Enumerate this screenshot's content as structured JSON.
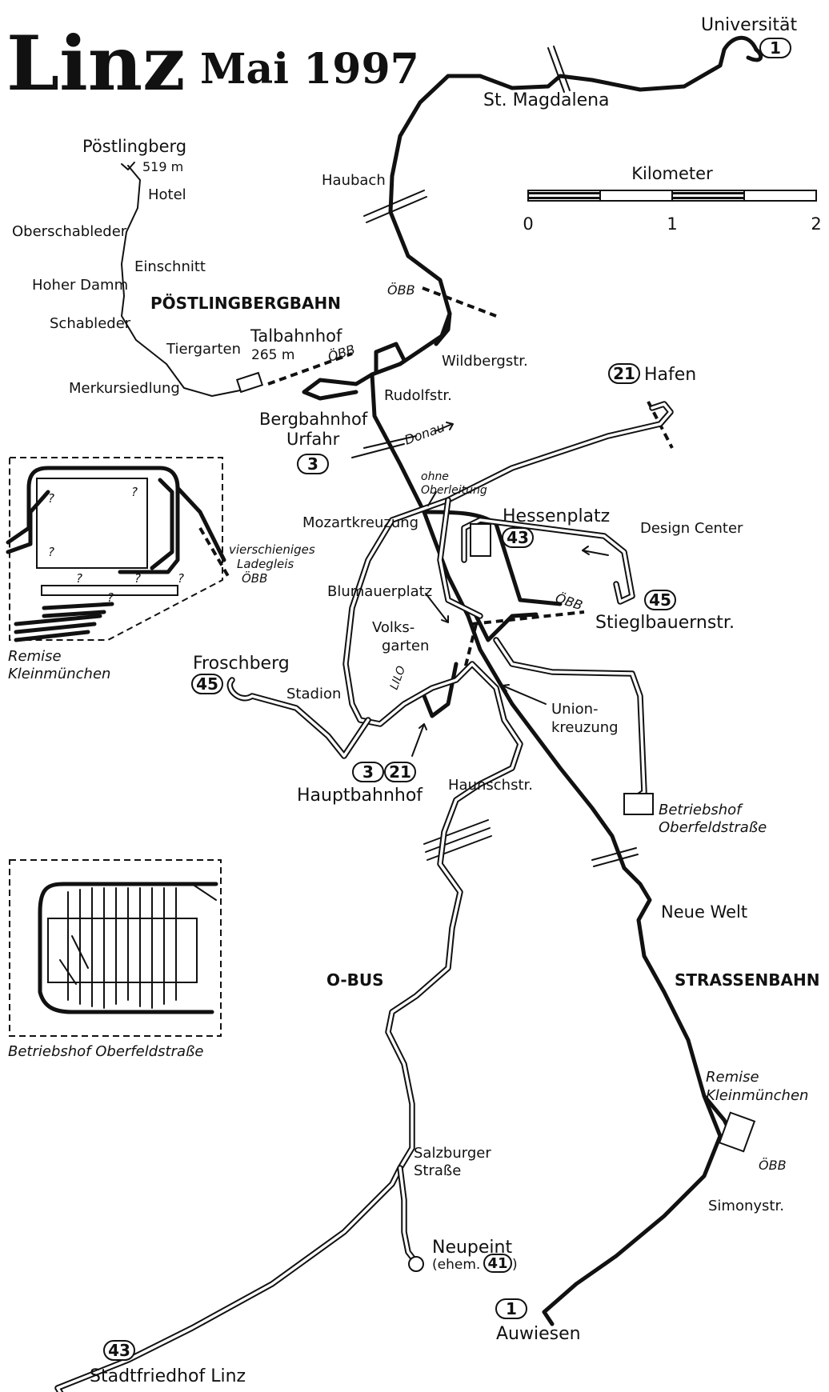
{
  "title": {
    "city": "Linz",
    "date": "Mai 1997"
  },
  "scale": {
    "label": "Kilometer",
    "ticks": [
      "0",
      "1",
      "2"
    ]
  },
  "section_labels": {
    "poestlingbergbahn": "PÖSTLINGBERGBAHN",
    "obus": "O-BUS",
    "strassenbahn": "STRASSENBAHN"
  },
  "places": {
    "universitaet": "Universität",
    "st_magdalena": "St. Magdalena",
    "haubach": "Haubach",
    "oebb_haubach": "ÖBB",
    "wildbergstr": "Wildbergstr.",
    "rudolfstr": "Rudolfstr.",
    "poestlingberg": "Pöstlingberg",
    "poestlingberg_height": "519 m",
    "hotel": "Hotel",
    "oberschableder": "Oberschableder",
    "einschnitt": "Einschnitt",
    "hoher_damm": "Hoher Damm",
    "schableder": "Schableder",
    "tiergarten": "Tiergarten",
    "talbahnhof": "Talbahnhof",
    "talbahnhof_height": "265 m",
    "oebb_talbahnhof": "ÖBB",
    "merkursiedlung": "Merkursiedlung",
    "bergbahnhof_1": "Bergbahnhof",
    "bergbahnhof_2": "Urfahr",
    "donau": "Donau",
    "ohne_oberleitung_1": "ohne",
    "ohne_oberleitung_2": "Oberleitung",
    "hafen": "Hafen",
    "mozartkreuzung": "Mozartkreuzung",
    "hessenplatz": "Hessenplatz",
    "design_center": "Design Center",
    "blumauerplatz": "Blumauerplatz",
    "oebb_center": "ÖBB",
    "stieglbauernstr": "Stieglbauernstr.",
    "volksgarten_1": "Volks-",
    "volksgarten_2": "garten",
    "froschberg": "Froschberg",
    "stadion": "Stadion",
    "lilo": "LILO",
    "unionkreuzung_1": "Union-",
    "unionkreuzung_2": "kreuzung",
    "hauptbahnhof": "Hauptbahnhof",
    "haunschstr": "Haunschstr.",
    "betriebshof_1": "Betriebshof",
    "betriebshof_2": "Oberfeldstraße",
    "neue_welt": "Neue Welt",
    "remise_klein_1": "Remise",
    "remise_klein_2": "Kleinmünchen",
    "oebb_remise": "ÖBB",
    "salzburger_1": "Salzburger",
    "salzburger_2": "Straße",
    "simonystr": "Simonystr.",
    "neupeint": "Neupeint",
    "neupeint_ehem": "(ehem.",
    "neupeint_close": ")",
    "auwiesen": "Auwiesen",
    "stadtfriedhof": "Stadtfriedhof Linz"
  },
  "inset_remise": {
    "caption_1": "Remise",
    "caption_2": "Kleinmünchen",
    "note_1": "vierschieniges",
    "note_2": "Ladegleis",
    "note_3": "ÖBB",
    "unknown_mark": "?"
  },
  "inset_betriebshof": {
    "caption": "Betriebshof Oberfeldstraße"
  },
  "line_badges": {
    "universitaet": "1",
    "urfahr": "3",
    "hafen": "21",
    "hessenplatz": "43",
    "stieglbauernstr": "45",
    "froschberg": "45",
    "hbf_a": "3",
    "hbf_b": "21",
    "neupeint": "41",
    "auwiesen": "1",
    "stadtfriedhof": "43"
  },
  "colors": {
    "ink": "#111111",
    "paper": "#ffffff"
  }
}
